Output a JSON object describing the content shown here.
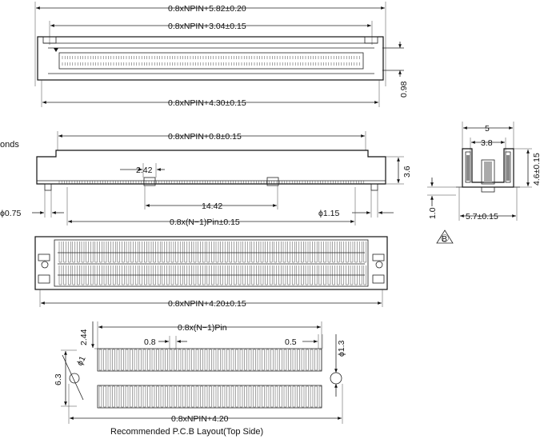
{
  "top_view": {
    "dim_overall": "0.8xNPIN+5.82±0.20",
    "dim_inner": "0.8xNPIN+3.04±0.15",
    "dim_base": "0.8xNPIN+4.30±0.15",
    "dim_height": "0.98"
  },
  "side_view": {
    "dim_top": "0.8xNPIN+0.8±0.15",
    "dim_post_width": "2.42",
    "dim_post_spacing": "14.42",
    "dim_height": "3.6",
    "dim_peg_left": "ϕ0.75",
    "dim_peg_right": "ϕ1.15",
    "dim_pitch_span": "0.8x(N−1)Pin±0.15",
    "partial_label_left": "onds"
  },
  "end_view": {
    "dim_width_outer": "5",
    "dim_width_inner": "3.8",
    "dim_height": "4.6±0.15",
    "dim_base_width": "5.7±0.15",
    "dim_standoff": "1.0",
    "marker_label": "B"
  },
  "bottom_view": {
    "dim_base": "0.8xNPIN+4.20±0.15"
  },
  "pcb_layout": {
    "dim_pitch_span": "0.8x(N−1)Pin",
    "dim_pitch": "0.8",
    "dim_pad_width": "0.5",
    "dim_hole_right": "ϕ1.3",
    "dim_hole_left": "ϕ1",
    "dim_pad_length": "2.44",
    "dim_row_span": "6.3",
    "dim_overall": "0.8xNPIN+4.20",
    "caption": "Recommended P.C.B Layout(Top Side)"
  }
}
